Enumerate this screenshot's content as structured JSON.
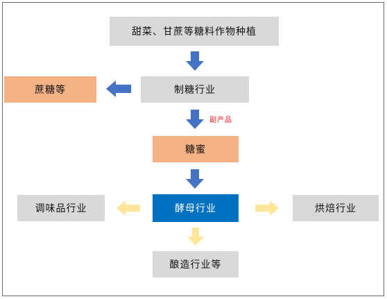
{
  "diagram": {
    "top_box": "甜菜、甘蔗等糖料作物种植",
    "sugar_products": "蔗糖等",
    "sugar_industry": "制糖行业",
    "byproduct_label": "副产品",
    "molasses": "糖蜜",
    "yeast_industry": "酵母行业",
    "seasoning_industry": "调味品行业",
    "baking_industry": "烘焙行业",
    "brewing_industry": "酿造行业等"
  },
  "colors": {
    "gray_box": "#d9d9d9",
    "orange_box": "#f4b183",
    "blue_box": "#0070c0",
    "blue_arrow": "#4472c4",
    "yellow_arrow": "#ffe699",
    "note_red": "#e02020"
  },
  "icons": {
    "down_arrow": "blue-down-arrow",
    "left_arrow": "blue-left-arrow",
    "side_arrows": "yellow-arrows"
  }
}
